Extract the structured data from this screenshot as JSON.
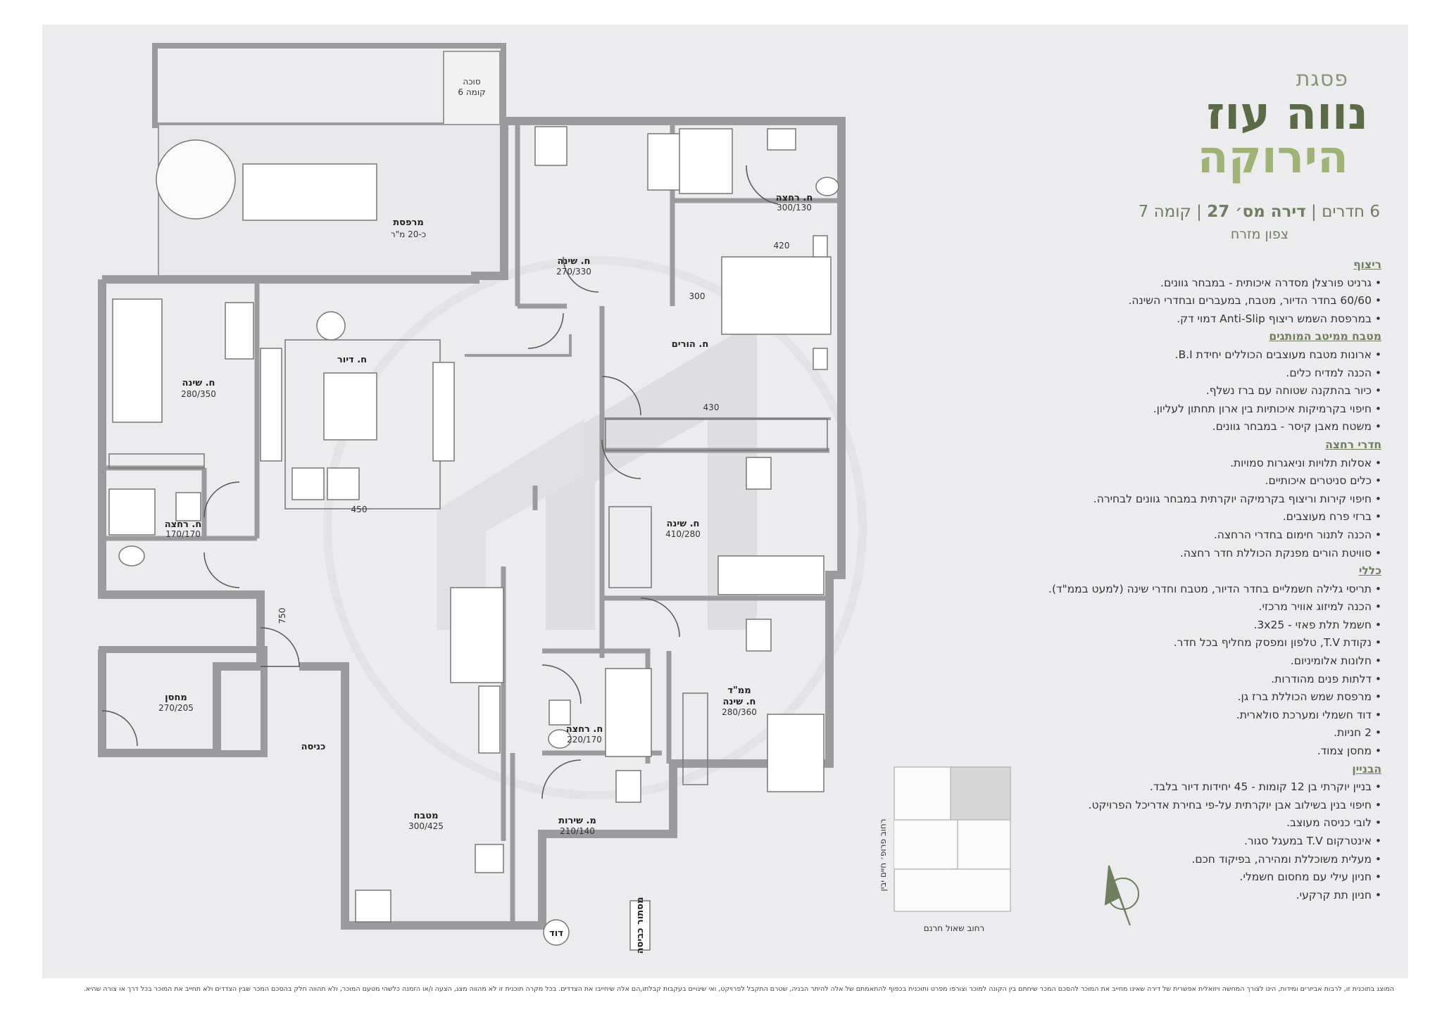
{
  "project": {
    "prefix": "פסגת",
    "name_line1": "נווה עוז",
    "name_line2": "הירוקה"
  },
  "header": {
    "rooms": "6 חדרים",
    "apartment": "דירה מס׳ 27",
    "floor": "קומה 7",
    "direction": "צפון מזרח"
  },
  "rooms": {
    "balcony": {
      "label": "מרפסת",
      "detail": "כ-20 מ\"ר"
    },
    "sukkah": {
      "label": "סוכה",
      "detail": "קומה 6"
    },
    "bedroom_nw": {
      "label": "ח. שינה",
      "detail": "280/350"
    },
    "living": {
      "label": "ח. דיור",
      "dim": "450"
    },
    "bedroom_n": {
      "label": "ח. שינה",
      "detail": "270/330"
    },
    "bath_ne": {
      "label": "ח. רחצה",
      "detail": "300/130"
    },
    "parents": {
      "label": "ח. הורים",
      "dim1": "420",
      "dim2": "300",
      "dim3": "430"
    },
    "bath_w": {
      "label": "ח. רחצה",
      "detail": "170/170"
    },
    "bedroom_e": {
      "label": "ח. שינה",
      "detail": "410/280"
    },
    "storage": {
      "label": "מחסן",
      "detail": "270/205"
    },
    "corridor": {
      "dim": "750"
    },
    "entrance": {
      "label": "כניסה"
    },
    "mamad": {
      "label": "ממ\"ד",
      "label2": "ח. שינה",
      "detail": "280/360"
    },
    "bath_c": {
      "label": "ח. רחצה",
      "detail": "220/170"
    },
    "kitchen": {
      "label": "מטבח",
      "detail": "300/425"
    },
    "service": {
      "label": "מ. שירות",
      "detail": "210/140"
    },
    "boiler": {
      "label": "דוד"
    },
    "laundry": {
      "label": "מסתור כביסה"
    }
  },
  "streets": {
    "west": "רחוב פרופ׳ חיים יבין",
    "south": "רחוב שאול חרנם"
  },
  "spec": [
    {
      "title": "ריצוף",
      "items": [
        "גרניט פורצלן מסדרה איכותית - במבחר גוונים.",
        "60/60 בחדר הדיור, מטבח, במעברים ובחדרי השינה.",
        "במרפסת השמש ריצוף Anti-Slip דמוי דק."
      ]
    },
    {
      "title": "מטבח ממיטב המותגים",
      "items": [
        "ארונות מטבח מעוצבים הכוללים יחידת B.I.",
        "הכנה למדיח כלים.",
        "כיור בהתקנה שטוחה עם ברז נשלף.",
        "חיפוי בקרמיקות איכותיות בין ארון תחתון לעליון.",
        "משטח מאבן קיסר - במבחר גוונים."
      ]
    },
    {
      "title": "חדרי רחצה",
      "items": [
        "אסלות תלויות וניאגרות סמויות.",
        "כלים סניטרים איכותיים.",
        "חיפוי קירות וריצוף בקרמיקה יוקרתית במבחר גוונים לבחירה.",
        "ברזי פרח מעוצבים.",
        "הכנה לתנור חימום בחדרי הרחצה.",
        "סוויטת הורים מפנקת הכוללת חדר רחצה."
      ]
    },
    {
      "title": "כללי",
      "items": [
        "תריסי גלילה חשמליים בחדר הדיור, מטבח וחדרי שינה (למעט בממ\"ד).",
        "הכנה למיזוג אוויר מרכזי.",
        "חשמל תלת פאזי - 3x25.",
        "נקודת T.V, טלפון ומפסק מחליף בכל חדר.",
        "חלונות אלומיניום.",
        "דלתות פנים מהודרות.",
        "מרפסת שמש הכוללת ברז גן.",
        "דוד חשמלי ומערכת סולארית.",
        "2 חניות.",
        "מחסן צמוד."
      ]
    },
    {
      "title": "הבניין",
      "items": [
        "בניין יוקרתי בן 12 קומות - 45 יחידות דיור בלבד.",
        "חיפוי בנין בשילוב אבן יוקרתית על-פי בחירת אדריכל הפרויקט.",
        "לובי כניסה מעוצב.",
        "אינטרקום T.V במעגל סגור.",
        "מעלית משוכללת ומהירה, בפיקוד חכם.",
        "חניון עילי עם מחסום חשמלי.",
        "חניון תת קרקעי."
      ]
    }
  ],
  "disclaimer": "המוצג בתוכנית זו, לרבות אביזרים ומידות, הינו לצורך המחשה ויזואלית אפשרית של דירה שאינו מחייב את המוכר להסכם המכר שיחתם בין הקונה למוכר וצורפו מפרט ותוכנית בכפוף להתאמתם של אלה להיתר הבניה, שטרם התקבל לפרויקט, ואי שינויים בעקבות קבלתו,הם אלה שיחייבו את הצדדים. בכל מקרה תוכנית זו לא מהווה מצג, הצעה ו/או הזמנה כלשהי מטעם המוכר, ולא תהווה חלק בהסכם המכר שבין הצדדים ולא תחייב את המוכר בכל דרך או צורה שהיא.",
  "colors": {
    "wall": "#9b9b9d",
    "accent": "#6f7e5f",
    "accent_light": "#9fb377",
    "sheet": "#ececee"
  }
}
